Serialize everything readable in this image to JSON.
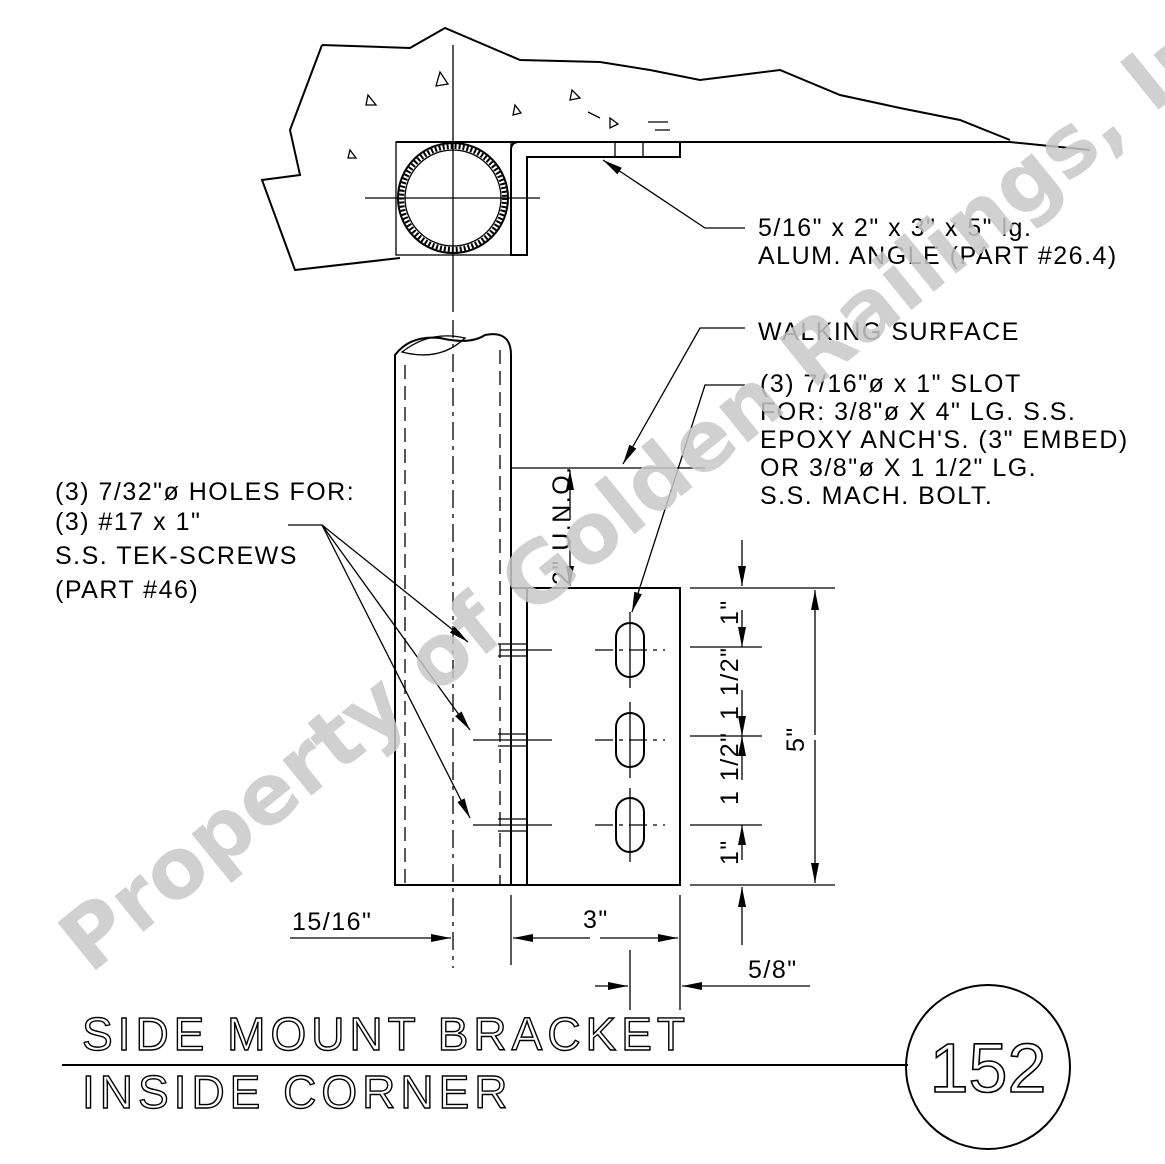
{
  "watermark": "Property of Golden Railings, Inc.",
  "callouts": {
    "angle": [
      "5/16\" x 2\" x 3\" x 5\" lg.",
      "ALUM. ANGLE (PART #26.4)"
    ],
    "walking_surface": "WALKING SURFACE",
    "slot": [
      "(3) 7/16\"ø x 1\" SLOT",
      "FOR: 3/8\"ø X 4\" LG. S.S.",
      "EPOXY ANCH'S. (3\" EMBED)",
      "OR 3/8\"ø X 1 1/2\" LG.",
      "S.S. MACH. BOLT."
    ],
    "holes": [
      "(3) 7/32\"ø HOLES FOR:",
      "(3) #17 x 1\"",
      "S.S. TEK-SCREWS",
      "(PART #46)"
    ]
  },
  "dimensions": {
    "uno": "2\" U.N.O.",
    "right_chain": [
      "1\"",
      "1 1/2\"",
      "1 1/2\"",
      "1\""
    ],
    "overall": "5\"",
    "post_offset": "15/16\"",
    "bracket_width": "3\"",
    "slot_edge": "5/8\""
  },
  "title": {
    "line1": "SIDE MOUNT BRACKET",
    "line2": "INSIDE CORNER",
    "detail_number": "152"
  }
}
